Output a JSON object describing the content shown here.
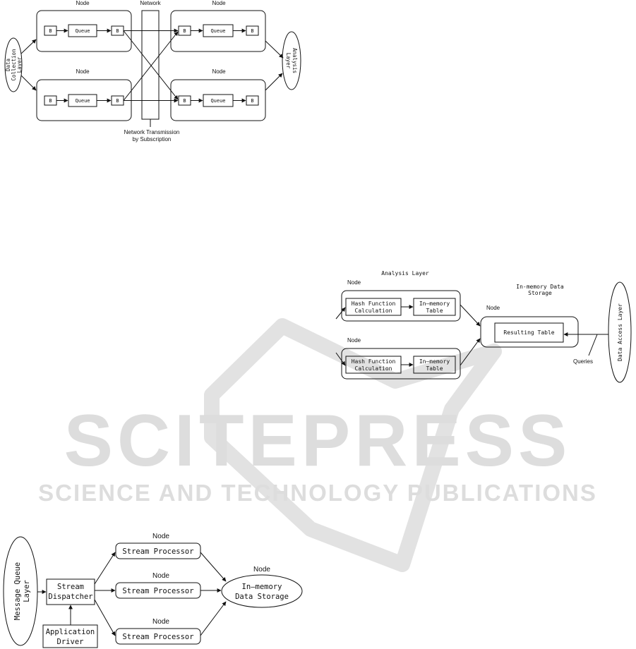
{
  "watermark": {
    "title": "SCITEPRESS",
    "subtitle": "SCIENCE AND TECHNOLOGY PUBLICATIONS"
  },
  "diagram1": {
    "node_label": "Node",
    "network_label": "Network",
    "buffer_label": "B",
    "queue_label": "Queue",
    "data_collection_layer": [
      "Data",
      "Collection",
      "Layer"
    ],
    "analysis_layer": [
      "Analysis",
      "Layer"
    ],
    "caption": [
      "Network Transmission",
      "by Subscription"
    ]
  },
  "diagram2": {
    "analysis_layer_title": "Analysis Layer",
    "node_label": "Node",
    "hash_function": [
      "Hash Function",
      "Calculation"
    ],
    "inmemory_table": [
      "In—memory",
      "Table"
    ],
    "storage_title": [
      "In-memory Data",
      "Storage"
    ],
    "resulting_table": "Resulting Table",
    "data_access_layer": "Data Access Layer",
    "queries": "Queries"
  },
  "diagram3": {
    "node_label": "Node",
    "message_queue_layer": [
      "Message Queue",
      "Layer"
    ],
    "stream_dispatcher": [
      "Stream",
      "Dispatcher"
    ],
    "stream_processor": "Stream Processor",
    "application_driver": [
      "Application",
      "Driver"
    ],
    "inmemory_storage": [
      "In—memory",
      "Data Storage"
    ]
  }
}
